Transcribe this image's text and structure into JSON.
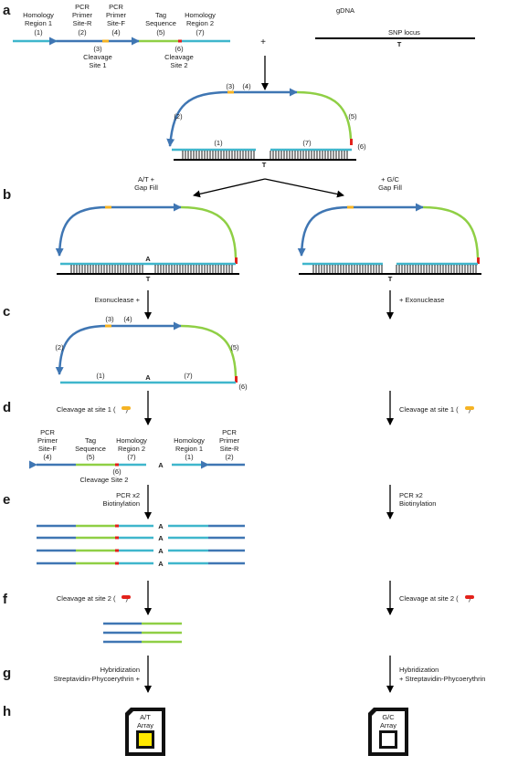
{
  "panels": [
    "a",
    "b",
    "c",
    "d",
    "e",
    "f",
    "g",
    "h"
  ],
  "probe": {
    "homology1": [
      "Homology",
      "Region 1",
      "(1)"
    ],
    "pcr_r": [
      "PCR",
      "Primer",
      "Site-R",
      "(2)"
    ],
    "pcr_f": [
      "PCR",
      "Primer",
      "Site-F",
      "(4)"
    ],
    "tag": [
      "Tag",
      "Sequence",
      "(5)"
    ],
    "homology2": [
      "Homology",
      "Region 2",
      "(7)"
    ],
    "cleave1": [
      "(3)",
      "Cleavage",
      "Site 1"
    ],
    "cleave2": [
      "(6)",
      "Cleavage",
      "Site 2"
    ]
  },
  "gdna": {
    "label": "gDNA",
    "snp_label": "SNP locus",
    "base": "T"
  },
  "plus": "+",
  "num": {
    "n1": "(1)",
    "n2": "(2)",
    "n3": "(3)",
    "n4": "(4)",
    "n5": "(5)",
    "n6": "(6)",
    "n7": "(7)"
  },
  "bases": {
    "T": "T",
    "A": "A"
  },
  "gapfill_left": [
    "A/T +",
    "Gap Fill"
  ],
  "gapfill_right": [
    "+ G/C",
    "Gap Fill"
  ],
  "exonuclease_left": "Exonuclease +",
  "exonuclease_right": "+ Exonuclease",
  "cleavage1": "Cleavage at site 1 (",
  "cleavage1_close": ")",
  "linear": {
    "pcr_f": [
      "PCR",
      "Primer",
      "Site-F",
      "(4)"
    ],
    "tag": [
      "Tag",
      "Sequence",
      "(5)"
    ],
    "homology2": [
      "Homology",
      "Region 2",
      "(7)"
    ],
    "homology1": [
      "Homology",
      "Region 1",
      "(1)"
    ],
    "pcr_r": [
      "PCR",
      "Primer",
      "Site-R",
      "(2)"
    ],
    "cleave2": [
      "(6)",
      "Cleavage Site 2"
    ]
  },
  "pcr": [
    "PCR x2",
    "Biotinylation"
  ],
  "cleavage2": "Cleavage at site 2 (",
  "cleavage2_close": ")",
  "hybrid_left": [
    "Hybridization",
    "Streptavidin-Phycoerythrin +"
  ],
  "hybrid_right": [
    "Hybridization",
    "+ Streptavidin-Phycoerythrin"
  ],
  "array_left": [
    "A/T",
    "Array"
  ],
  "array_right": [
    "G/C",
    "Array"
  ],
  "colors": {
    "dark_blue": "#3f76b3",
    "light_blue": "#3fb6cc",
    "green": "#8fcf45",
    "orange": "#f5b324",
    "red": "#e3221b",
    "black": "#000000",
    "yellow": "#ffe800"
  }
}
